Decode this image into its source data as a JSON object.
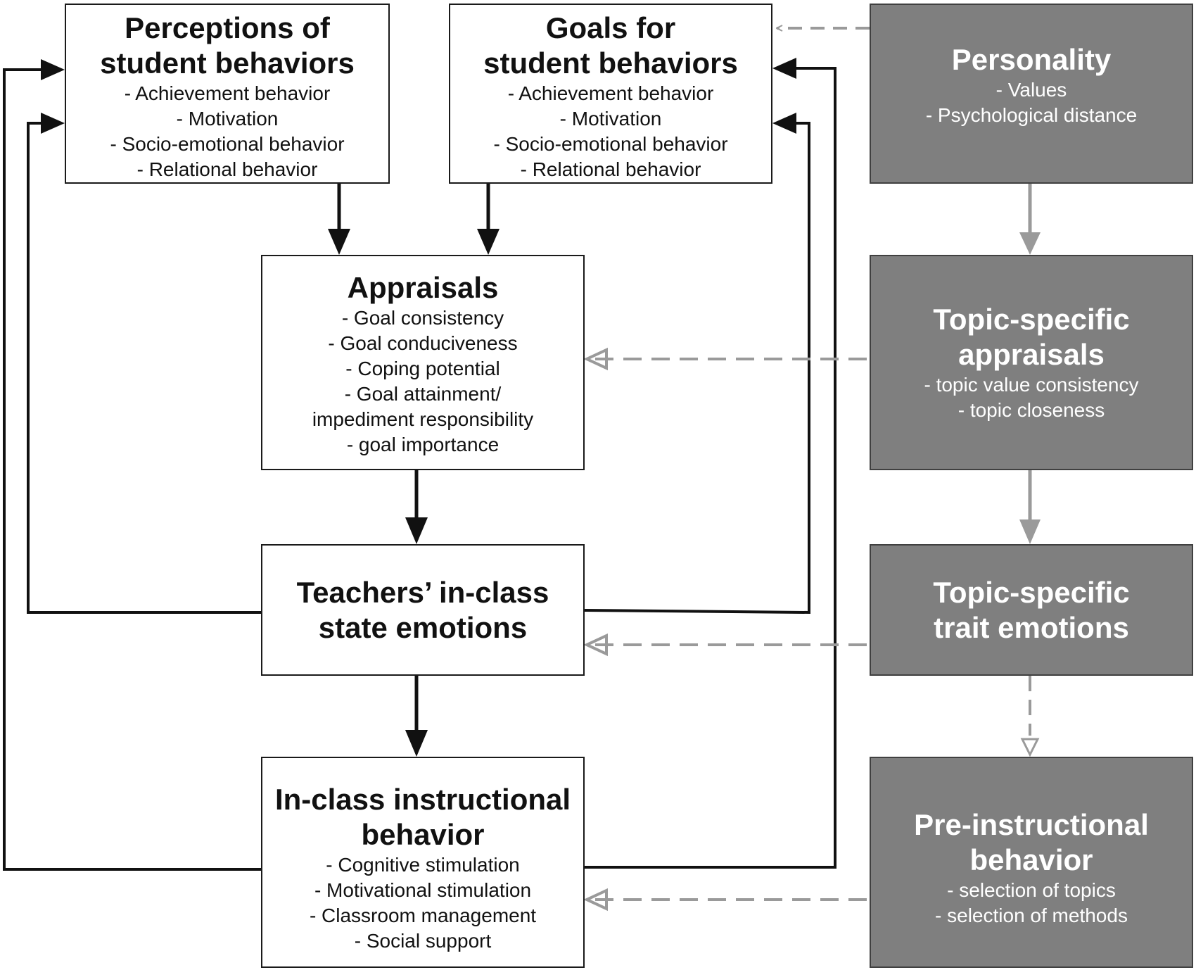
{
  "colors": {
    "black_arrow": "#111111",
    "gray_arrow": "#9a9a9a",
    "gray_box": "#7f7f7f",
    "gray_box_text": "#ffffff"
  },
  "boxes": {
    "perceptions": {
      "title_lines": [
        "Perceptions of",
        "student behaviors"
      ],
      "items": [
        "- Achievement behavior",
        "- Motivation",
        "- Socio-emotional behavior",
        "- Relational behavior"
      ]
    },
    "goals": {
      "title_lines": [
        "Goals for",
        "student behaviors"
      ],
      "items": [
        "- Achievement behavior",
        "- Motivation",
        "- Socio-emotional behavior",
        "- Relational behavior"
      ]
    },
    "personality": {
      "title_lines": [
        "Personality"
      ],
      "items": [
        "- Values",
        "- Psychological distance"
      ]
    },
    "appraisals": {
      "title_lines": [
        "Appraisals"
      ],
      "items": [
        "- Goal consistency",
        "- Goal conduciveness",
        "- Coping potential",
        "- Goal attainment/",
        "impediment responsibility",
        "- goal importance"
      ]
    },
    "topic_appraisals": {
      "title_lines": [
        "Topic-specific",
        "appraisals"
      ],
      "items": [
        "- topic value consistency",
        "- topic closeness"
      ]
    },
    "state_emotions": {
      "title_lines": [
        "Teachers’ in-class",
        "state emotions"
      ],
      "items": []
    },
    "trait_emotions": {
      "title_lines": [
        "Topic-specific",
        "trait emotions"
      ],
      "items": []
    },
    "instructional": {
      "title_lines": [
        "In-class instructional",
        "behavior"
      ],
      "items": [
        "- Cognitive stimulation",
        "- Motivational stimulation",
        "- Classroom management",
        "- Social support"
      ]
    },
    "pre_instructional": {
      "title_lines": [
        "Pre-instructional",
        "behavior"
      ],
      "items": [
        "- selection of topics",
        "- selection of methods"
      ]
    }
  },
  "arrows": [
    {
      "id": "perceptions-to-appraisals",
      "style": "solid"
    },
    {
      "id": "goals-to-appraisals",
      "style": "solid"
    },
    {
      "id": "appraisals-to-state-emotions",
      "style": "solid"
    },
    {
      "id": "state-emotions-to-instructional",
      "style": "solid"
    },
    {
      "id": "state-emotions-to-perceptions",
      "style": "solid"
    },
    {
      "id": "instructional-to-perceptions",
      "style": "solid"
    },
    {
      "id": "state-emotions-to-goals",
      "style": "solid"
    },
    {
      "id": "instructional-to-goals",
      "style": "solid"
    },
    {
      "id": "personality-to-goals",
      "style": "dashed"
    },
    {
      "id": "personality-to-topic-appraisals",
      "style": "solid-gray"
    },
    {
      "id": "topic-appraisals-to-appraisals",
      "style": "dashed"
    },
    {
      "id": "topic-appraisals-to-trait-emotions",
      "style": "solid-gray"
    },
    {
      "id": "trait-emotions-to-state-emotions",
      "style": "dashed"
    },
    {
      "id": "trait-emotions-to-pre-instructional",
      "style": "dashed"
    },
    {
      "id": "pre-instructional-to-instructional",
      "style": "dashed"
    }
  ]
}
